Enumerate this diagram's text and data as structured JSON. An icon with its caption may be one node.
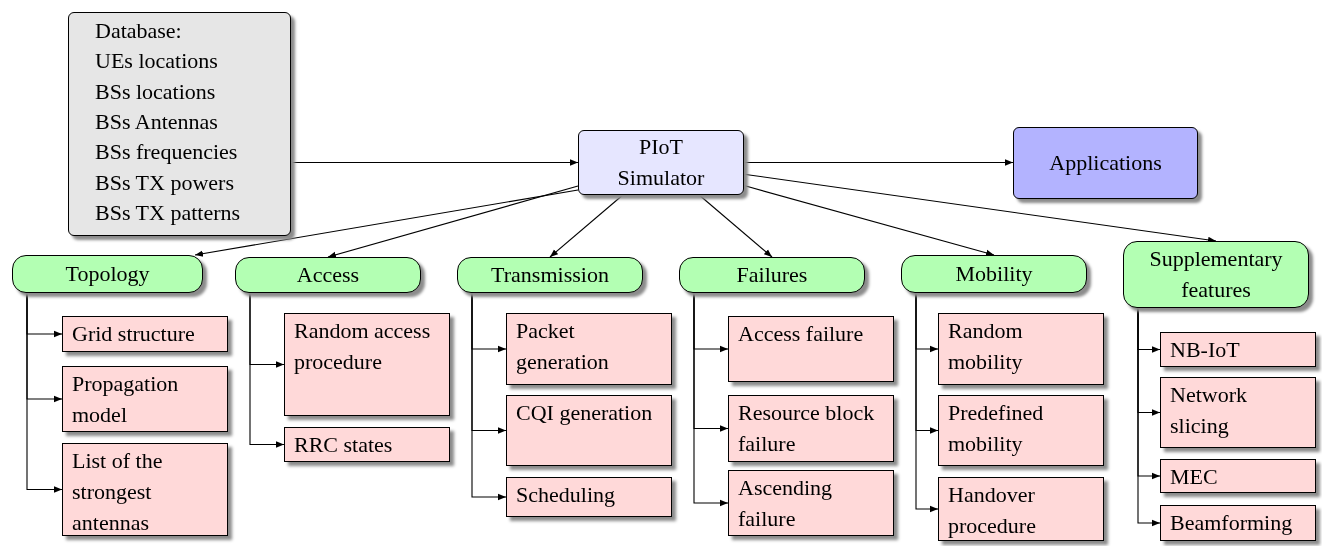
{
  "diagram": {
    "nodes": [
      {
        "text": [
          "Database:",
          "UEs locations",
          "BSs locations",
          "BSs Antennas",
          "BSs frequencies",
          "BSs TX powers",
          "BSs TX patterns"
        ]
      },
      {
        "text": [
          "PIoT Simulator"
        ]
      },
      {
        "text": [
          "Applications"
        ]
      },
      {
        "text": [
          "Topology"
        ]
      },
      {
        "text": [
          "Grid structure"
        ]
      },
      {
        "text": [
          "Propagation model"
        ]
      },
      {
        "text": [
          "List of the strongest antennas"
        ]
      },
      {
        "text": [
          "Access"
        ]
      },
      {
        "text": [
          "Random access procedure"
        ]
      },
      {
        "text": [
          "RRC states"
        ]
      },
      {
        "text": [
          "Transmission"
        ]
      },
      {
        "text": [
          "Packet generation"
        ]
      },
      {
        "text": [
          "CQI generation"
        ]
      },
      {
        "text": [
          "Scheduling"
        ]
      },
      {
        "text": [
          "Failures"
        ]
      },
      {
        "text": [
          "Access failure"
        ]
      },
      {
        "text": [
          "Resource block failure"
        ]
      },
      {
        "text": [
          "Ascending failure"
        ]
      },
      {
        "text": [
          "Mobility"
        ]
      },
      {
        "text": [
          "Random mobility"
        ]
      },
      {
        "text": [
          "Predefined mobility"
        ]
      },
      {
        "text": [
          "Handover procedure"
        ]
      },
      {
        "text": [
          "Supplementary features"
        ]
      },
      {
        "text": [
          "NB-IoT"
        ]
      },
      {
        "text": [
          "Network slicing"
        ]
      },
      {
        "text": [
          "MEC"
        ]
      },
      {
        "text": [
          "Beamforming"
        ]
      }
    ],
    "edges": [
      {
        "from": 0,
        "to": 1,
        "arrow": "to"
      },
      {
        "from": 1,
        "to": 2,
        "arrow": "to"
      },
      {
        "from": 1,
        "to": 3,
        "arrow": "to"
      },
      {
        "from": 1,
        "to": 7,
        "arrow": "to"
      },
      {
        "from": 1,
        "to": 10,
        "arrow": "to"
      },
      {
        "from": 1,
        "to": 14,
        "arrow": "to"
      },
      {
        "from": 1,
        "to": 18,
        "arrow": "to"
      },
      {
        "from": 1,
        "to": 22,
        "arrow": "to"
      },
      {
        "from": 3,
        "to": 4,
        "arrow": "to"
      },
      {
        "from": 3,
        "to": 5,
        "arrow": "to"
      },
      {
        "from": 3,
        "to": 6,
        "arrow": "to"
      },
      {
        "from": 7,
        "to": 8,
        "arrow": "to"
      },
      {
        "from": 7,
        "to": 9,
        "arrow": "to"
      },
      {
        "from": 10,
        "to": 11,
        "arrow": "to"
      },
      {
        "from": 10,
        "to": 12,
        "arrow": "to"
      },
      {
        "from": 10,
        "to": 13,
        "arrow": "to"
      },
      {
        "from": 14,
        "to": 15,
        "arrow": "to"
      },
      {
        "from": 14,
        "to": 16,
        "arrow": "to"
      },
      {
        "from": 14,
        "to": 17,
        "arrow": "to"
      },
      {
        "from": 18,
        "to": 19,
        "arrow": "to"
      },
      {
        "from": 18,
        "to": 20,
        "arrow": "to"
      },
      {
        "from": 18,
        "to": 21,
        "arrow": "to"
      },
      {
        "from": 22,
        "to": 23,
        "arrow": "to"
      },
      {
        "from": 22,
        "to": 24,
        "arrow": "to"
      },
      {
        "from": 22,
        "to": 25,
        "arrow": "to"
      },
      {
        "from": 22,
        "to": 26,
        "arrow": "to"
      }
    ]
  }
}
